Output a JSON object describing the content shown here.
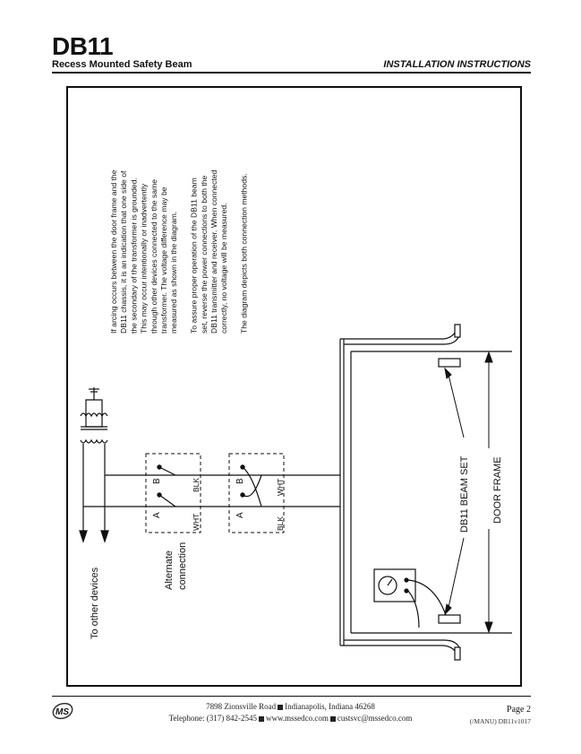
{
  "header": {
    "title": "DB11",
    "subtitle": "Recess Mounted Safety Beam",
    "section": "INSTALLATION INSTRUCTIONS"
  },
  "instructions": [
    "If arcing occurs between the door frame and the",
    "DB11 chassis, it is an indication that one side of",
    "the secondary of the transformer is grounded.",
    "This may occur intentionally or inadvertently",
    "through other devices connected to the same",
    "transformer.  The voltage difference may be",
    "measured as shown in the diagram.",
    "",
    "To assure proper operation of the DB11 beam",
    "set, reverse the power connections to both the",
    "DB11 transmitter and receiver. When connected",
    "correctly, no voltage will be measured.",
    "",
    "The diagram depicts both connection methods."
  ],
  "diagram": {
    "to_other_devices": "To other devices",
    "alternate_line1": "Alternate",
    "alternate_line2": "connection",
    "terminal_a": "A",
    "terminal_b": "B",
    "blk": "BLK",
    "wht": "WHT",
    "beam_set": "DB11 BEAM SET",
    "door_frame": "DOOR FRAME"
  },
  "footer": {
    "address_parts": [
      "7898 Zionsville Road",
      "Indianapolis, Indiana 46268"
    ],
    "contact_parts": [
      "Telephone: (317) 842-2545",
      "www.mssedco.com",
      "custsvc@mssedco.com"
    ],
    "page": "Page 2",
    "doc_code": "(/MANU) DB11v1017",
    "logo_text": "MS"
  }
}
